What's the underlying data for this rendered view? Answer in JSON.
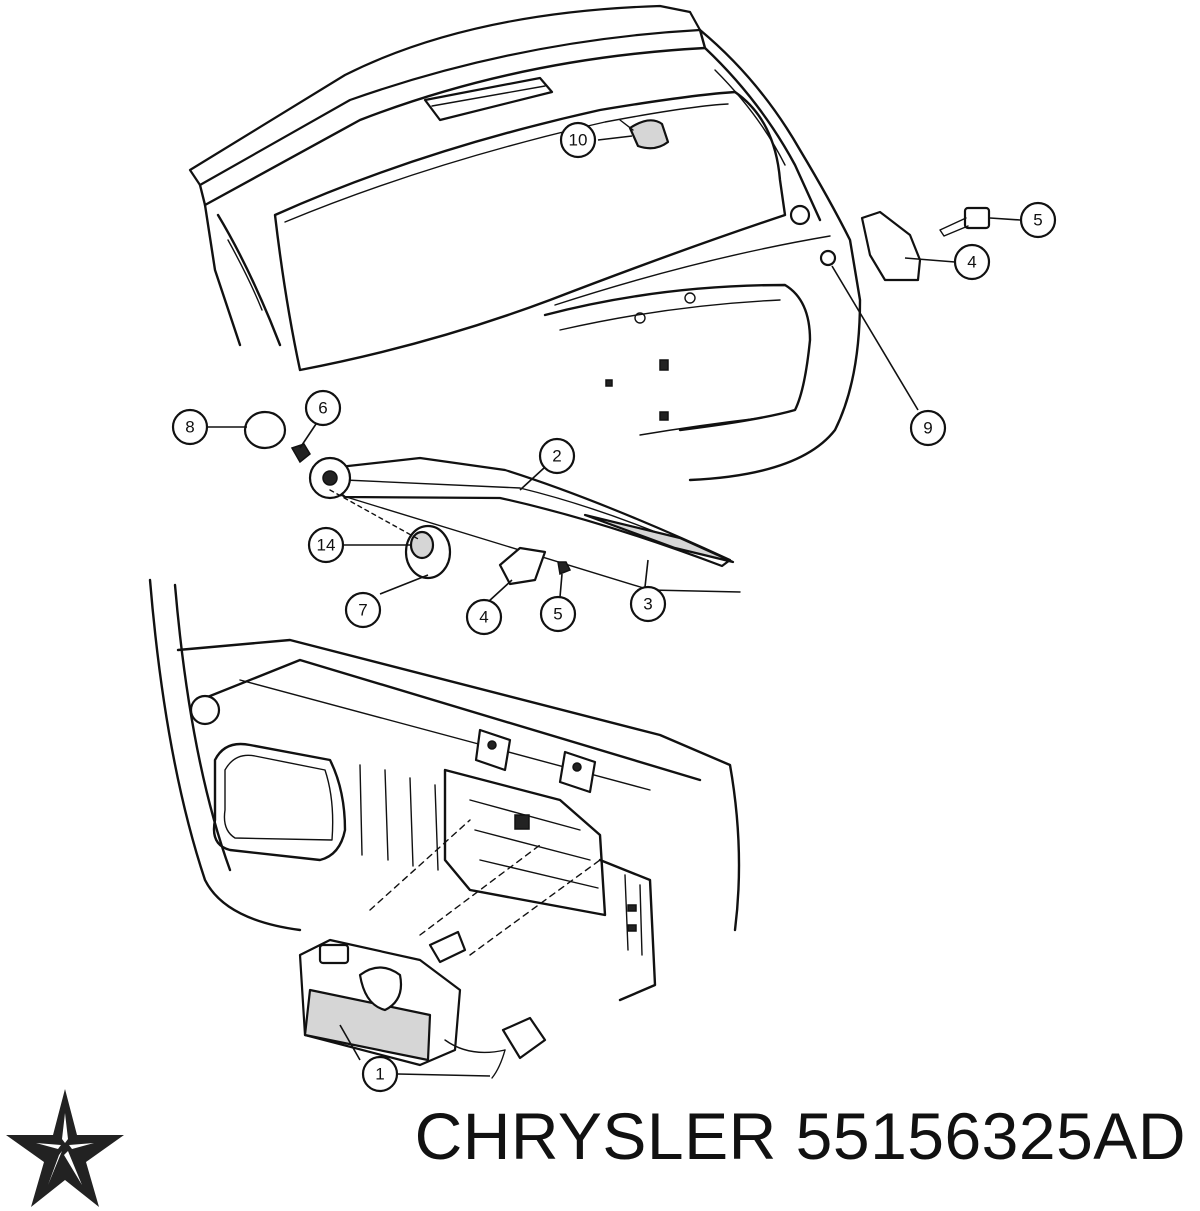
{
  "caption": {
    "brand": "CHRYSLER",
    "part_number": "55156325AD"
  },
  "brand_logo": {
    "icon": "pentastar-logo-icon",
    "color": "#222222"
  },
  "callouts": [
    {
      "id": "callout-10",
      "label": "10"
    },
    {
      "id": "callout-5-top",
      "label": "5"
    },
    {
      "id": "callout-4-top",
      "label": "4"
    },
    {
      "id": "callout-9",
      "label": "9"
    },
    {
      "id": "callout-8",
      "label": "8"
    },
    {
      "id": "callout-6",
      "label": "6"
    },
    {
      "id": "callout-2",
      "label": "2"
    },
    {
      "id": "callout-14",
      "label": "14"
    },
    {
      "id": "callout-7",
      "label": "7"
    },
    {
      "id": "callout-4-mid",
      "label": "4"
    },
    {
      "id": "callout-5-mid",
      "label": "5"
    },
    {
      "id": "callout-3",
      "label": "3"
    },
    {
      "id": "callout-1",
      "label": "1"
    }
  ]
}
